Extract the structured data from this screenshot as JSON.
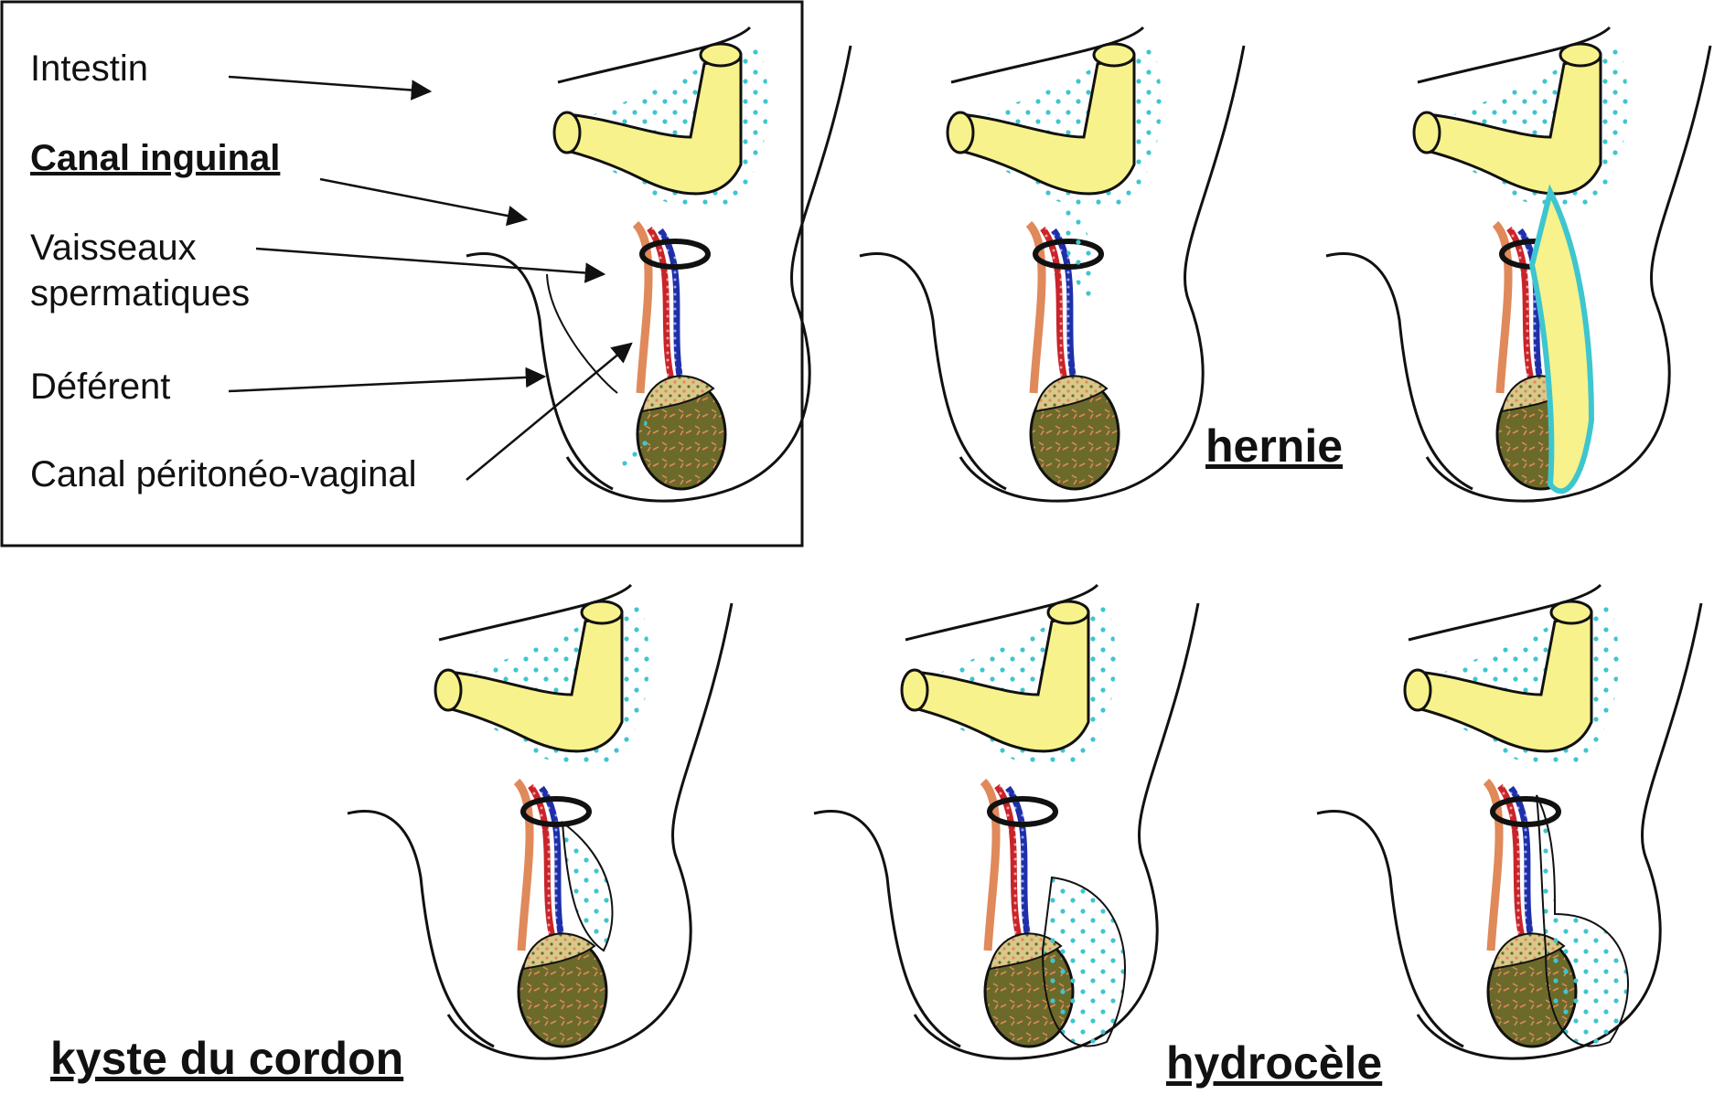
{
  "labels": {
    "intestin": "Intestin",
    "canal_inguinal": "Canal inguinal",
    "vaisseaux_1": "Vaisseaux",
    "vaisseaux_2": "spermatiques",
    "deferent": "Déférent",
    "canal_pv": "Canal péritonéo-vaginal"
  },
  "captions": {
    "hernie": "hernie",
    "kyste": "kyste du cordon",
    "hydrocele": "hydrocèle"
  },
  "colors": {
    "intestine": "#f7f28c",
    "fluid_dots": "#3ec6cf",
    "testis": "#6b6a2a",
    "deferent": "#e0895a",
    "vessel_red": "#c8242a",
    "vessel_blue": "#1e2fa8",
    "ring": "#111111",
    "outline": "#111111"
  }
}
